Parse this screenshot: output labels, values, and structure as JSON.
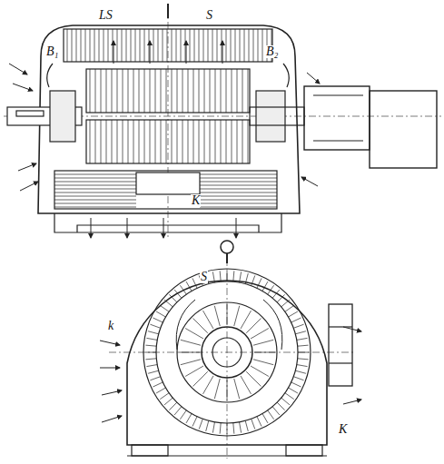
{
  "diagram": {
    "labels": [
      "LS",
      "S",
      "B₁",
      "B₂",
      "K",
      "S",
      "k",
      "K"
    ]
  }
}
